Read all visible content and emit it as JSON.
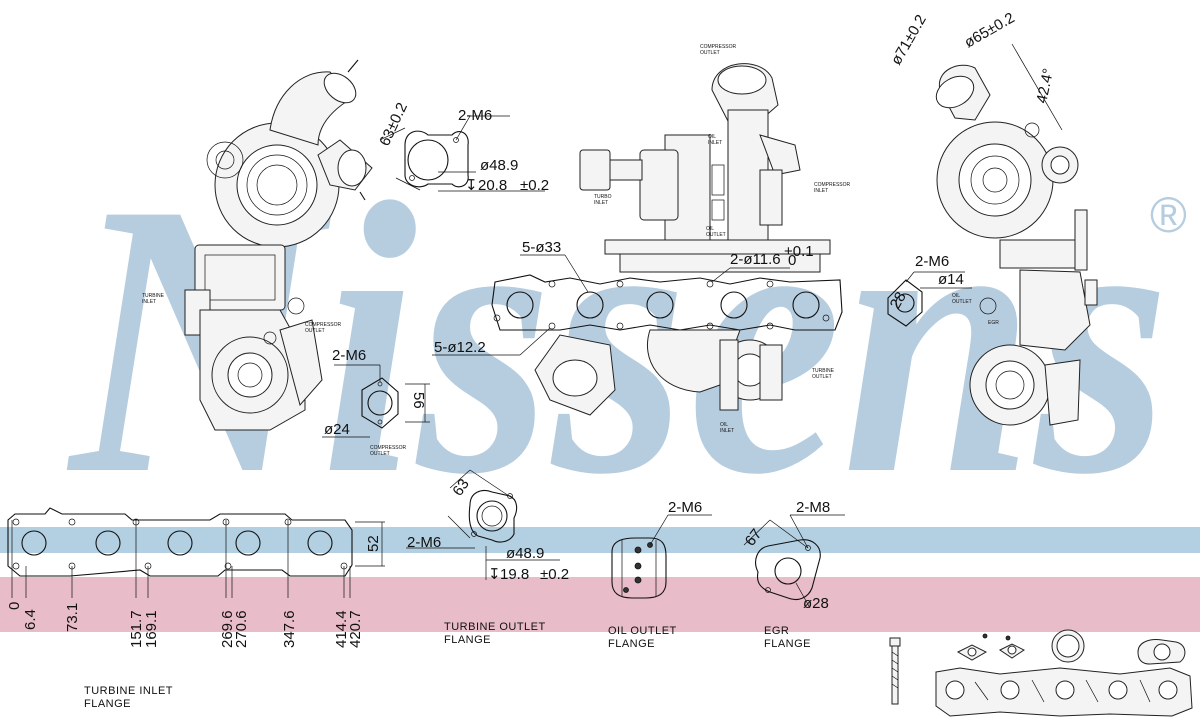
{
  "brand": {
    "wordmark": "Nissens",
    "registered_mark": "®",
    "watermark_color": "#b6cde0",
    "band_blue": "#b3cfe2",
    "band_pink": "#e8bcc8"
  },
  "top_views": {
    "left": {
      "turbine_inlet": "TURBINE\nINLET",
      "compressor_outlet": "COMPRESSOR\nOUTLET",
      "compressor_outlet_2": "COMPRESSOR\nOUTLET",
      "flange_bolts": "2-M6",
      "flange_diam": "ø48.9",
      "flange_depth": "20.8",
      "flange_depth_tol": "±0.2",
      "flange_width": "63±0.2",
      "outlet_bolts": "2-M6",
      "outlet_diam": "ø24",
      "outlet_height": "56"
    },
    "center": {
      "compressor_outlet": "COMPRESSOR\nOUTLET",
      "oil_inlet": "OIL\nINLET",
      "turbo_inlet": "TURBO\nINLET",
      "compressor_inlet": "COMPRESSOR\nINLET",
      "oil_outlet": "OIL\nOUTLET",
      "holes_large": "5-ø33",
      "holes_small": "5-ø12.2",
      "holes_mid": "2-ø11.6",
      "holes_mid_tol_upper": "+0.1",
      "holes_mid_tol_lower": "0",
      "turbine_outlet": "TURBINE\nOUTLET",
      "oil_inlet_2": "OIL\nINLET"
    },
    "right": {
      "diam_a": "ø71±0.2",
      "diam_b": "ø65±0.2",
      "angle": "42.4°",
      "egr_bolts": "2-M6",
      "egr_diam": "ø14",
      "egr_size": "28",
      "oil_outlet": "OIL\nOUTLET",
      "egr": "EGR"
    }
  },
  "bottom": {
    "turbine_inlet_flange": {
      "height": "52",
      "x_positions": [
        "0",
        "6.4",
        "73.1",
        "151.7",
        "169.1",
        "269.6",
        "270.6",
        "347.6",
        "414.4",
        "420.7"
      ],
      "caption": "TURBINE INLET\nFLANGE"
    },
    "turbine_outlet_flange": {
      "width": "63",
      "bolts": "2-M6",
      "diam": "ø48.9",
      "depth": "19.8",
      "depth_tol": "±0.2",
      "caption": "TURBINE OUTLET\nFLANGE"
    },
    "oil_outlet_flange": {
      "bolts": "2-M6",
      "caption": "OIL OUTLET\nFLANGE"
    },
    "egr_flange": {
      "bolts": "2-M8",
      "width": "67",
      "diam": "ø28",
      "caption": "EGR\nFLANGE"
    }
  }
}
